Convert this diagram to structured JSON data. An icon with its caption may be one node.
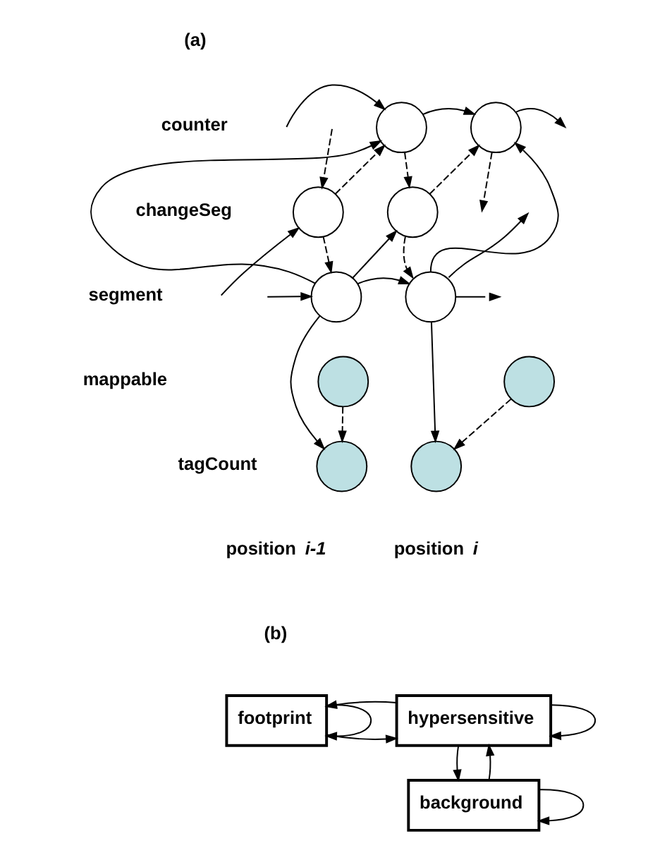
{
  "diagram": {
    "nodes": [
      {
        "text": [],
        "shape": "circle"
      },
      {
        "text": [],
        "shape": "circle"
      },
      {
        "text": [],
        "shape": "circle"
      },
      {
        "text": [],
        "shape": "circle"
      },
      {
        "text": [],
        "shape": "circle"
      },
      {
        "text": [],
        "shape": "circle"
      },
      {
        "text": [],
        "shape": "circle"
      },
      {
        "text": [],
        "shape": "circle"
      },
      {
        "text": [],
        "shape": "circle"
      },
      {
        "text": [],
        "shape": "circle"
      },
      {
        "text": [
          "footprint"
        ]
      },
      {
        "text": [
          "hypersensitive"
        ]
      },
      {
        "text": [
          "background"
        ]
      }
    ],
    "edges": [
      {
        "from": null,
        "to": 0,
        "arrow": "to"
      },
      {
        "from": 0,
        "to": 1,
        "arrow": "to"
      },
      {
        "from": 1,
        "to": null,
        "arrow": "to",
        "style": "dashed"
      },
      {
        "from": null,
        "to": 2,
        "arrow": "to"
      },
      {
        "from": null,
        "to": 2,
        "arrow": "to",
        "style": "dashed"
      },
      {
        "from": 2,
        "to": 0,
        "arrow": "to",
        "style": "dashed"
      },
      {
        "from": 2,
        "to": 4,
        "arrow": "to",
        "style": "dashed"
      },
      {
        "from": 0,
        "to": 3,
        "arrow": "to",
        "style": "dashed"
      },
      {
        "from": 3,
        "to": 1,
        "arrow": "to",
        "style": "dashed"
      },
      {
        "from": 3,
        "to": 5,
        "arrow": "to",
        "style": "dashed"
      },
      {
        "from": 1,
        "to": null,
        "arrow": "to"
      },
      {
        "from": 4,
        "to": 0,
        "arrow": "to"
      },
      {
        "from": 4,
        "to": 3,
        "arrow": "to"
      },
      {
        "from": 5,
        "to": 1,
        "arrow": "to"
      },
      {
        "from": 5,
        "to": null,
        "arrow": "to"
      },
      {
        "from": null,
        "to": 4,
        "arrow": "to"
      },
      {
        "from": 4,
        "to": 5,
        "arrow": "to"
      },
      {
        "from": 5,
        "to": null,
        "arrow": "to"
      },
      {
        "from": 4,
        "to": 8,
        "arrow": "to"
      },
      {
        "from": 6,
        "to": 8,
        "arrow": "to",
        "style": "dashed"
      },
      {
        "from": 5,
        "to": 9,
        "arrow": "to"
      },
      {
        "from": 7,
        "to": 9,
        "arrow": "to",
        "style": "dashed"
      },
      {
        "from": 10,
        "to": 10,
        "arrow": "to"
      },
      {
        "from": 10,
        "to": 11,
        "arrow": "to"
      },
      {
        "from": 11,
        "to": 10,
        "arrow": "to"
      },
      {
        "from": 11,
        "to": 11,
        "arrow": "to"
      },
      {
        "from": 11,
        "to": 12,
        "arrow": "to"
      },
      {
        "from": 12,
        "to": 11,
        "arrow": "to"
      },
      {
        "from": 12,
        "to": 12,
        "arrow": "to"
      }
    ],
    "labels": [
      "(a)",
      "counter",
      "changeSeg",
      "segment",
      "mappable",
      "tagCount",
      "position *i-1*",
      "position *i*",
      "(b)"
    ]
  }
}
